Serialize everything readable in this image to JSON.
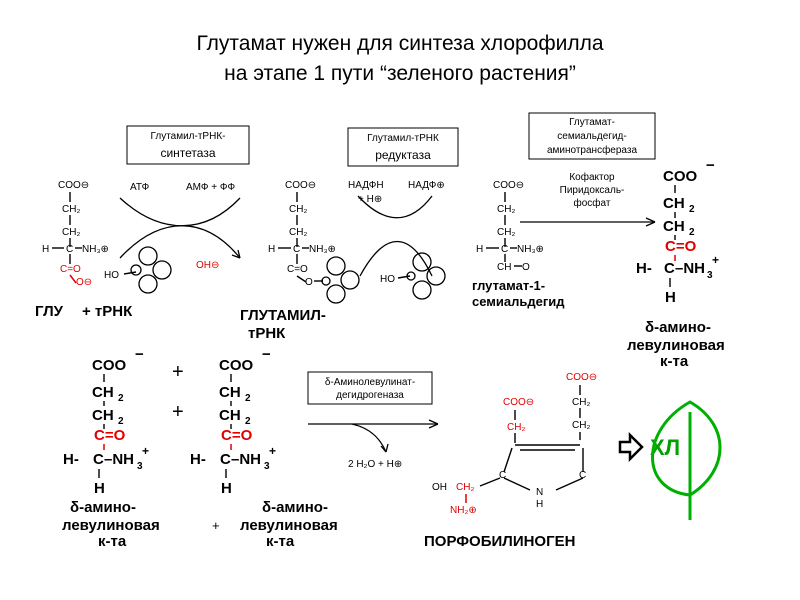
{
  "title": {
    "line1": "Глутамат нужен для синтеза хлорофилла",
    "line2": "на этапе 1 пути “зеленого растения”"
  },
  "enzymes": {
    "e1_line1": "Глутамил-тРНК-",
    "e1_line2": "синтетаза",
    "e2_line1": "Глутамил-тРНК",
    "e2_line2": "редуктаза",
    "e3_line1": "Глутамат-",
    "e3_line2": "семиальдегид-",
    "e3_line3": "аминотрансфераза",
    "e4_line1": "δ-Аминолевулинат-",
    "e4_line2": "дегидрогеназа"
  },
  "cofactors": {
    "atp": "АТФ",
    "amp_pp": "АМФ + ФФ",
    "ho": "HO",
    "oh": "OH⊖",
    "nadph": "НАДФН",
    "h_plus": "+ H⊕",
    "nadp": "НАДФ⊕",
    "ho2": "HO",
    "cofactor_l1": "Кофактор",
    "cofactor_l2": "Пиридоксаль-",
    "cofactor_l3": "фосфат",
    "water": "2 H₂O + H⊕"
  },
  "atoms": {
    "coo_minus": "COO⊖",
    "ch2": "CH₂",
    "ch": "CH",
    "h": "H",
    "c": "C",
    "nh3": "NH₃⊕",
    "co": "C=O",
    "o": "O",
    "o_minus": "O⊖",
    "cooo": "COO",
    "minus": "−",
    "ch2b": "CH",
    "sub2": "2",
    "sub3": "3",
    "plus_sup": "+",
    "h_dash": "H-",
    "c_dash": "C",
    "nh_b": "–NH",
    "nh": "NH",
    "n": "N",
    "oh_ring": "OH",
    "ch2_ring": "CH₂",
    "nh2": "NH₂⊕"
  },
  "labels": {
    "glu": "ГЛУ",
    "plus_trna": "+ тРНК",
    "glutamyl_l1": "ГЛУТАМИЛ-",
    "glutamyl_l2": "тРНК",
    "gsa_l1": "глутамат-1-",
    "gsa_l2": "семиальдегид",
    "ala_l1": "δ-амино-",
    "ala_l2": "левулиновая",
    "ala_l3": "к-та",
    "plus": "+",
    "pbg": "ПОРФОБИЛИНОГЕН",
    "chl": "ХЛ",
    "bullet": "-"
  },
  "colors": {
    "red": "#e00000",
    "green": "#00a000"
  }
}
